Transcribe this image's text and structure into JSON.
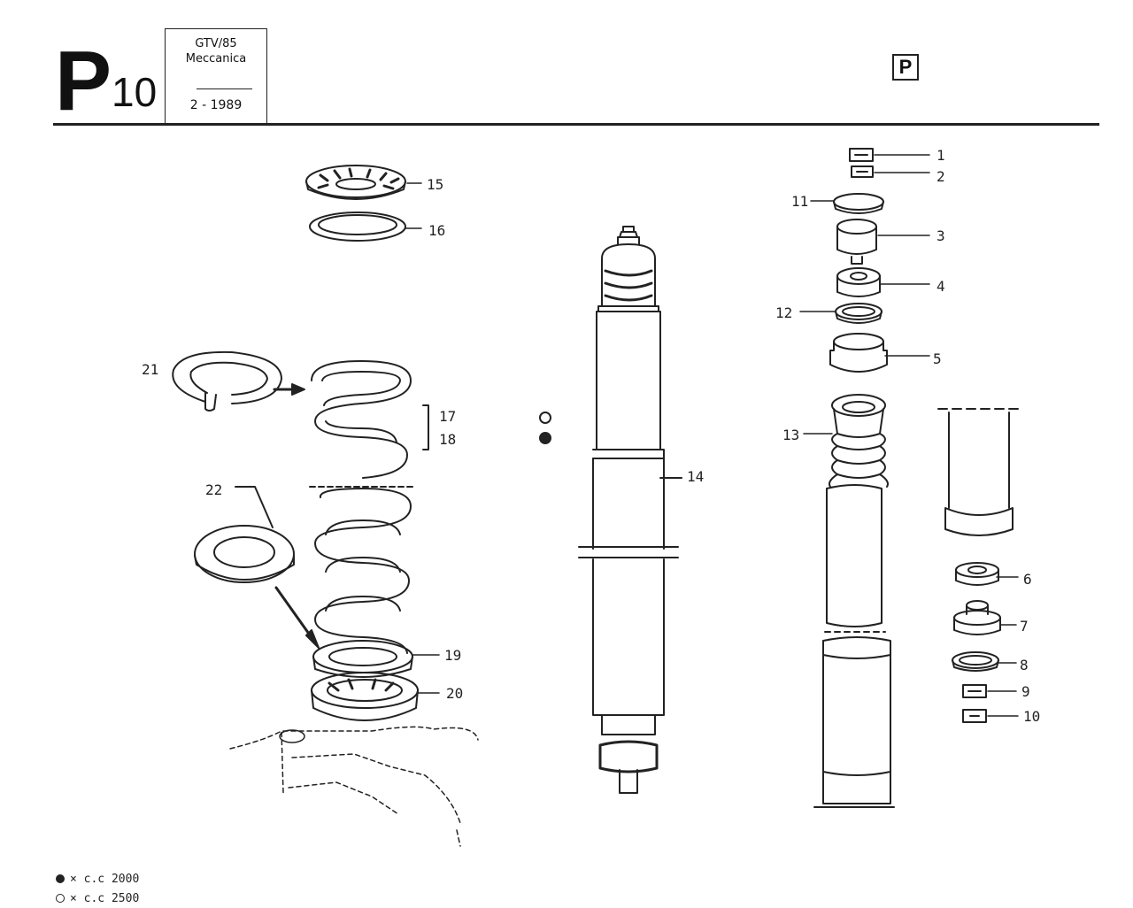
{
  "header": {
    "page_letter": "P",
    "page_number": "10",
    "model": "GTV/85",
    "section": "Meccanica",
    "date": "2 - 1989",
    "badge": "P"
  },
  "part_numbers": [
    "1",
    "2",
    "3",
    "4",
    "5",
    "6",
    "7",
    "8",
    "9",
    "10",
    "11",
    "12",
    "13",
    "14",
    "15",
    "16",
    "17",
    "18",
    "19",
    "20",
    "21",
    "22"
  ],
  "legend": [
    {
      "symbol": "filled-circle",
      "text": "× c.c 2000"
    },
    {
      "symbol": "open-circle",
      "text": "× c.c 2500"
    }
  ]
}
